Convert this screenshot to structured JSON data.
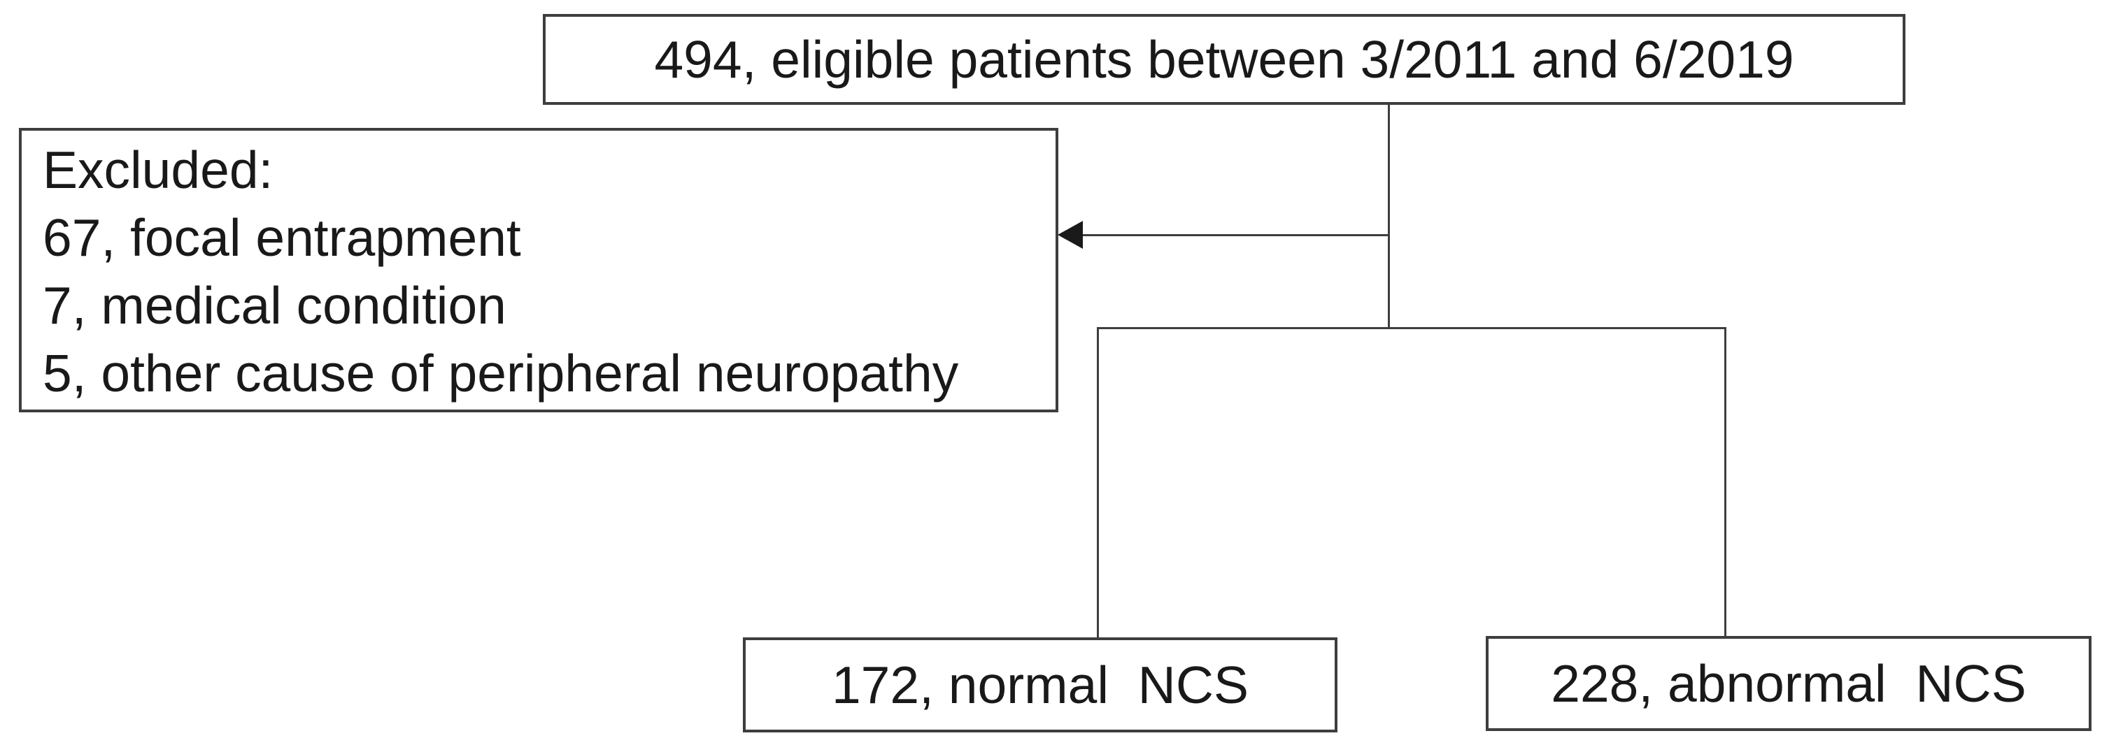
{
  "diagram": {
    "type": "flowchart",
    "colors": {
      "line": "#3e3e3e",
      "text": "#191919",
      "box_bg": "#ffffff",
      "background": "#ffffff",
      "arrow": "#1a1a1a"
    },
    "nodes": {
      "eligible": {
        "label": "494, eligible patients between 3/2011 and 6/2019"
      },
      "excluded": {
        "title": "Excluded:",
        "items": [
          "67, focal entrapment",
          "7, medical condition",
          "5, other cause of peripheral neuropathy"
        ]
      },
      "normal": {
        "label": "172, normal  NCS"
      },
      "abnormal": {
        "label": "228, abnormal  NCS"
      }
    },
    "edges": [
      "eligible -> excluded (arrow left)",
      "eligible -> normal",
      "eligible -> abnormal"
    ]
  }
}
